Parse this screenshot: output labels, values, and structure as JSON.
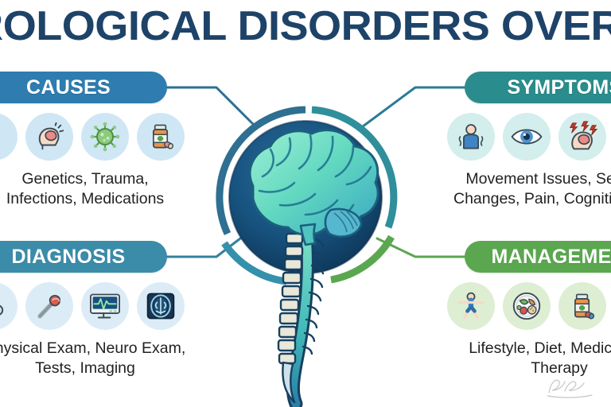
{
  "title": "NEUROLOGICAL DISORDERS OVERVIEW",
  "colors": {
    "title_navy": "#1e4369",
    "causes_blue": "#2e7cb0",
    "symptoms_teal": "#2a8c8c",
    "diagnosis_bluetm": "#3b8ca8",
    "management_green": "#5aa74f",
    "bubble_blue": "#cfe6f5",
    "bubble_teal": "#d3eeec",
    "bubble_green": "#ddeed2",
    "sphere_dark": "#123a60",
    "brain_mint": "#7fe3c8",
    "connector_line": "#2e6f92",
    "body_text": "#222222",
    "background": "#ffffff"
  },
  "quadrants": [
    {
      "id": "causes",
      "heading": "CAUSES",
      "description_line1": "Genetics, Trauma,",
      "description_line2": "Infections, Medications",
      "icons": [
        "dna-icon",
        "head-trauma-icon",
        "virus-icon",
        "pill-bottle-icon"
      ]
    },
    {
      "id": "symptoms",
      "heading": "SYMPTOMS",
      "description_line1": "Movement Issues, Sensory",
      "description_line2": "Changes, Pain, Cognitive Deficits",
      "icons": [
        "tremor-person-icon",
        "eye-icon",
        "head-pain-icon",
        "brain-thought-icon"
      ]
    },
    {
      "id": "diagnosis",
      "heading": "DIAGNOSIS",
      "description_line1": "Physical Exam, Neuro Exam,",
      "description_line2": "Tests, Imaging",
      "icons": [
        "stethoscope-icon",
        "reflex-hammer-icon",
        "ekg-monitor-icon",
        "brain-mri-icon"
      ]
    },
    {
      "id": "management",
      "heading": "MANAGEMENT",
      "description_line1": "Lifestyle, Diet, Medication,",
      "description_line2": "Therapy",
      "icons": [
        "yoga-person-icon",
        "healthy-plate-icon",
        "medication-bottle-icon",
        "therapy-icon"
      ]
    }
  ],
  "center_graphic": {
    "name": "brain-and-spinal-cord-illustration",
    "ring_segments": [
      "causes-arc",
      "symptoms-arc",
      "diagnosis-arc",
      "management-arc"
    ]
  },
  "watermark": "artist-signature"
}
